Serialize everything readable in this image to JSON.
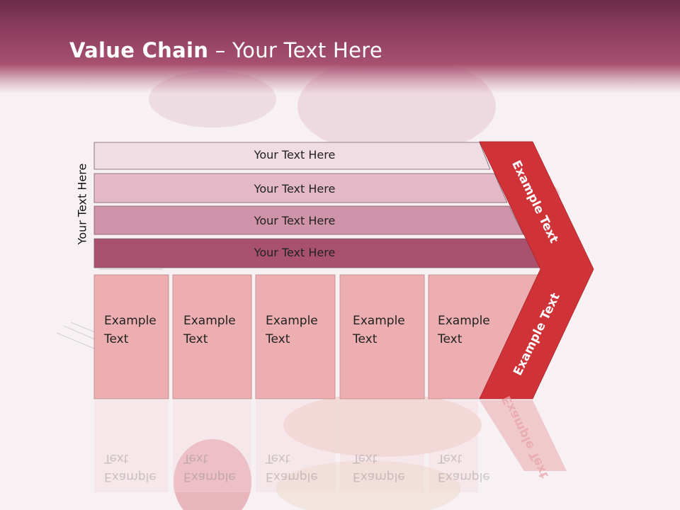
{
  "slide": {
    "title_bold": "Value Chain",
    "title_rest": " – Your Text Here",
    "vertical_label": "Your Text Here",
    "bars": [
      "Your Text Here",
      "Your Text Here",
      "Your Text Here",
      "Your Text Here"
    ],
    "columns": [
      "Example\nText",
      "Example\nText",
      "Example\nText",
      "Example\nText",
      "Example\nText"
    ],
    "chevron_top": "Example Text",
    "chevron_bottom": "Example Text"
  },
  "colors": {
    "header_dark": "#6a2c47",
    "bar_1": "#f0dce3",
    "bar_2": "#e3b9c8",
    "bar_3": "#d094aa",
    "bar_4": "#a8516f",
    "column_fill": "#ecaeb0",
    "chevron": "#cf3338"
  }
}
